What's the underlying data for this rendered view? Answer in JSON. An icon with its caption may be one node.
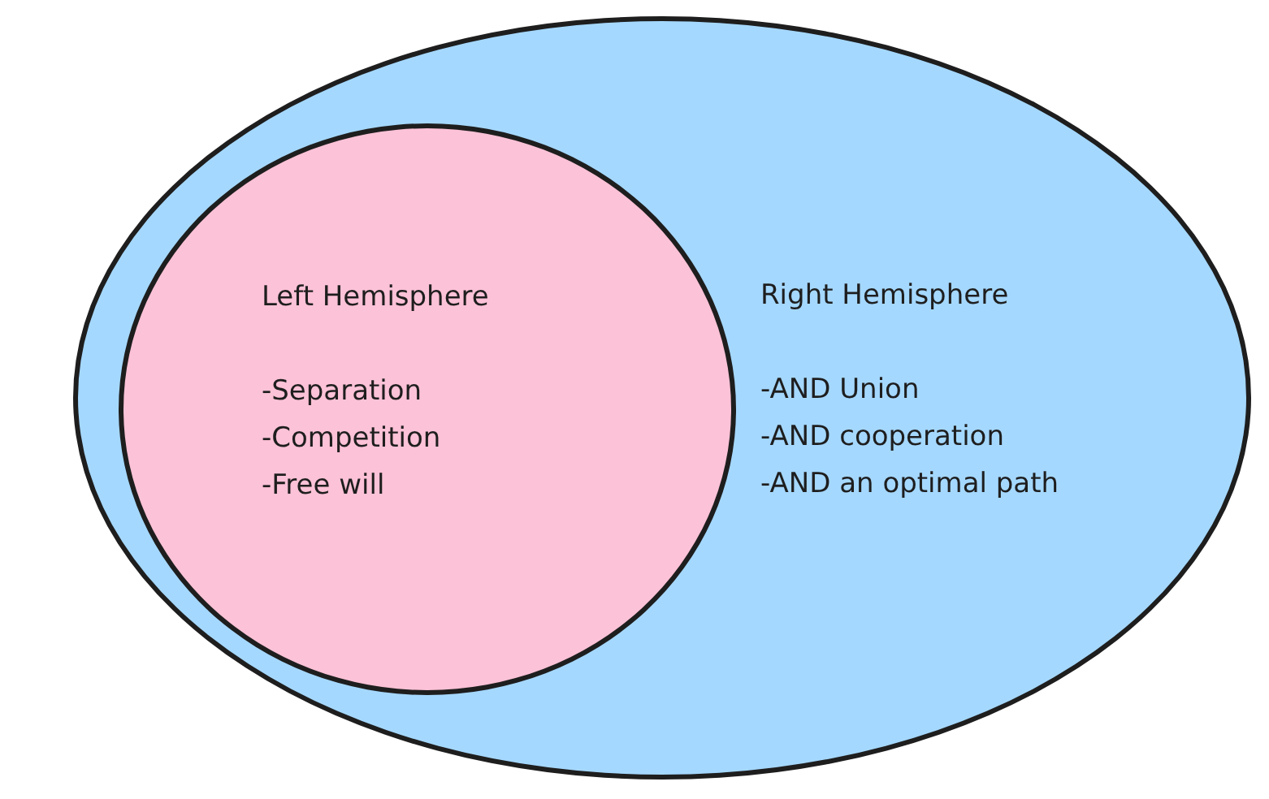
{
  "diagram": {
    "nodes": [
      {
        "text": [
          "Right Hemisphere",
          "-AND Union",
          "-AND cooperation",
          "-AND an optimal path"
        ]
      },
      {
        "text": [
          "Left Hemisphere",
          "-Separation",
          "-Competition",
          "-Free will"
        ],
        "in": 0
      }
    ]
  }
}
